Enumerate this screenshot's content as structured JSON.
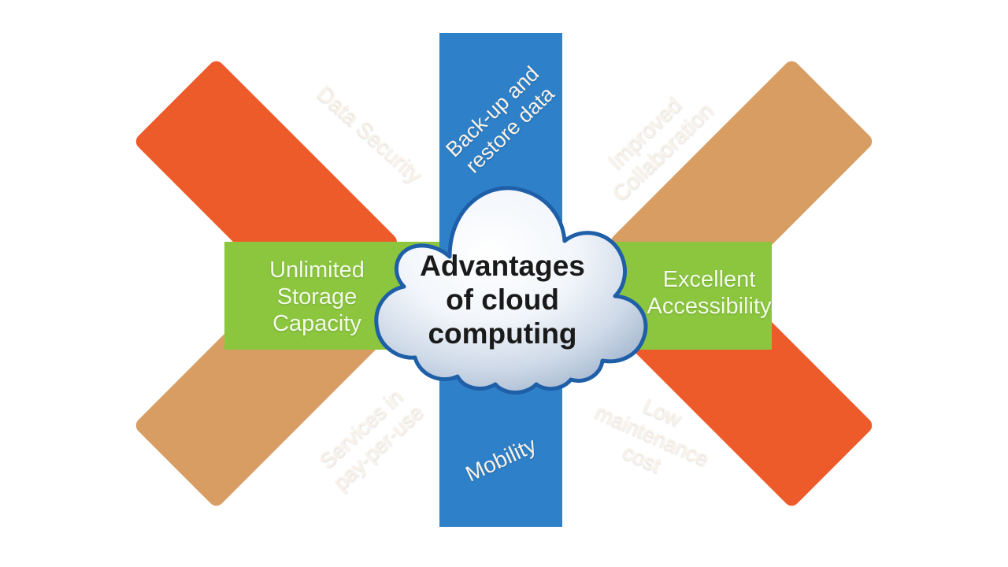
{
  "diagram": {
    "title": "Advantages of cloud computing",
    "center": {
      "shape": "cloud",
      "text": "Advantages\nof cloud\ncomputing"
    },
    "colors": {
      "green": "#8CC63F",
      "blue": "#2E80C8",
      "orange": "#EE5B2B",
      "tan": "#D79D63",
      "cloud_outline": "#1F5FA8",
      "cloud_fill_light": "#FDFEFF",
      "cloud_fill_dark": "#9FB4CE",
      "label_text": "#FBF4EA",
      "center_text": "#1A1A1A",
      "background": "#FFFFFF"
    },
    "arms": [
      {
        "id": "back-up-and-restore-data",
        "label": "Back-up and\nrestore data",
        "color": "#2E80C8",
        "position": "top",
        "orientation": "vertical",
        "rotation_deg": -44
      },
      {
        "id": "data-security",
        "label": "Data Security",
        "color": "#EE5B2B",
        "position": "top-left",
        "orientation": "diagonal",
        "rotation_deg": 42
      },
      {
        "id": "improved-collaboration",
        "label": "Improved\nCollaboration",
        "color": "#D79D63",
        "position": "top-right",
        "orientation": "diagonal",
        "rotation_deg": -44
      },
      {
        "id": "unlimited-storage-capacity",
        "label": "Unlimited\nStorage\nCapacity",
        "color": "#8CC63F",
        "position": "left",
        "orientation": "horizontal",
        "rotation_deg": 0
      },
      {
        "id": "excellent-accessibility",
        "label": "Excellent\nAccessibility",
        "color": "#8CC63F",
        "position": "right",
        "orientation": "horizontal",
        "rotation_deg": 0
      },
      {
        "id": "services-in-pay-per-use",
        "label": "Services in\npay-per-use",
        "color": "#D79D63",
        "position": "bottom-left",
        "orientation": "diagonal",
        "rotation_deg": -43
      },
      {
        "id": "low-maintenance-cost",
        "label": "Low\nmaintenance\ncost",
        "color": "#EE5B2B",
        "position": "bottom-right",
        "orientation": "diagonal",
        "rotation_deg": 24
      },
      {
        "id": "mobility",
        "label": "Mobility",
        "color": "#2E80C8",
        "position": "bottom",
        "orientation": "vertical",
        "rotation_deg": -25
      }
    ]
  }
}
